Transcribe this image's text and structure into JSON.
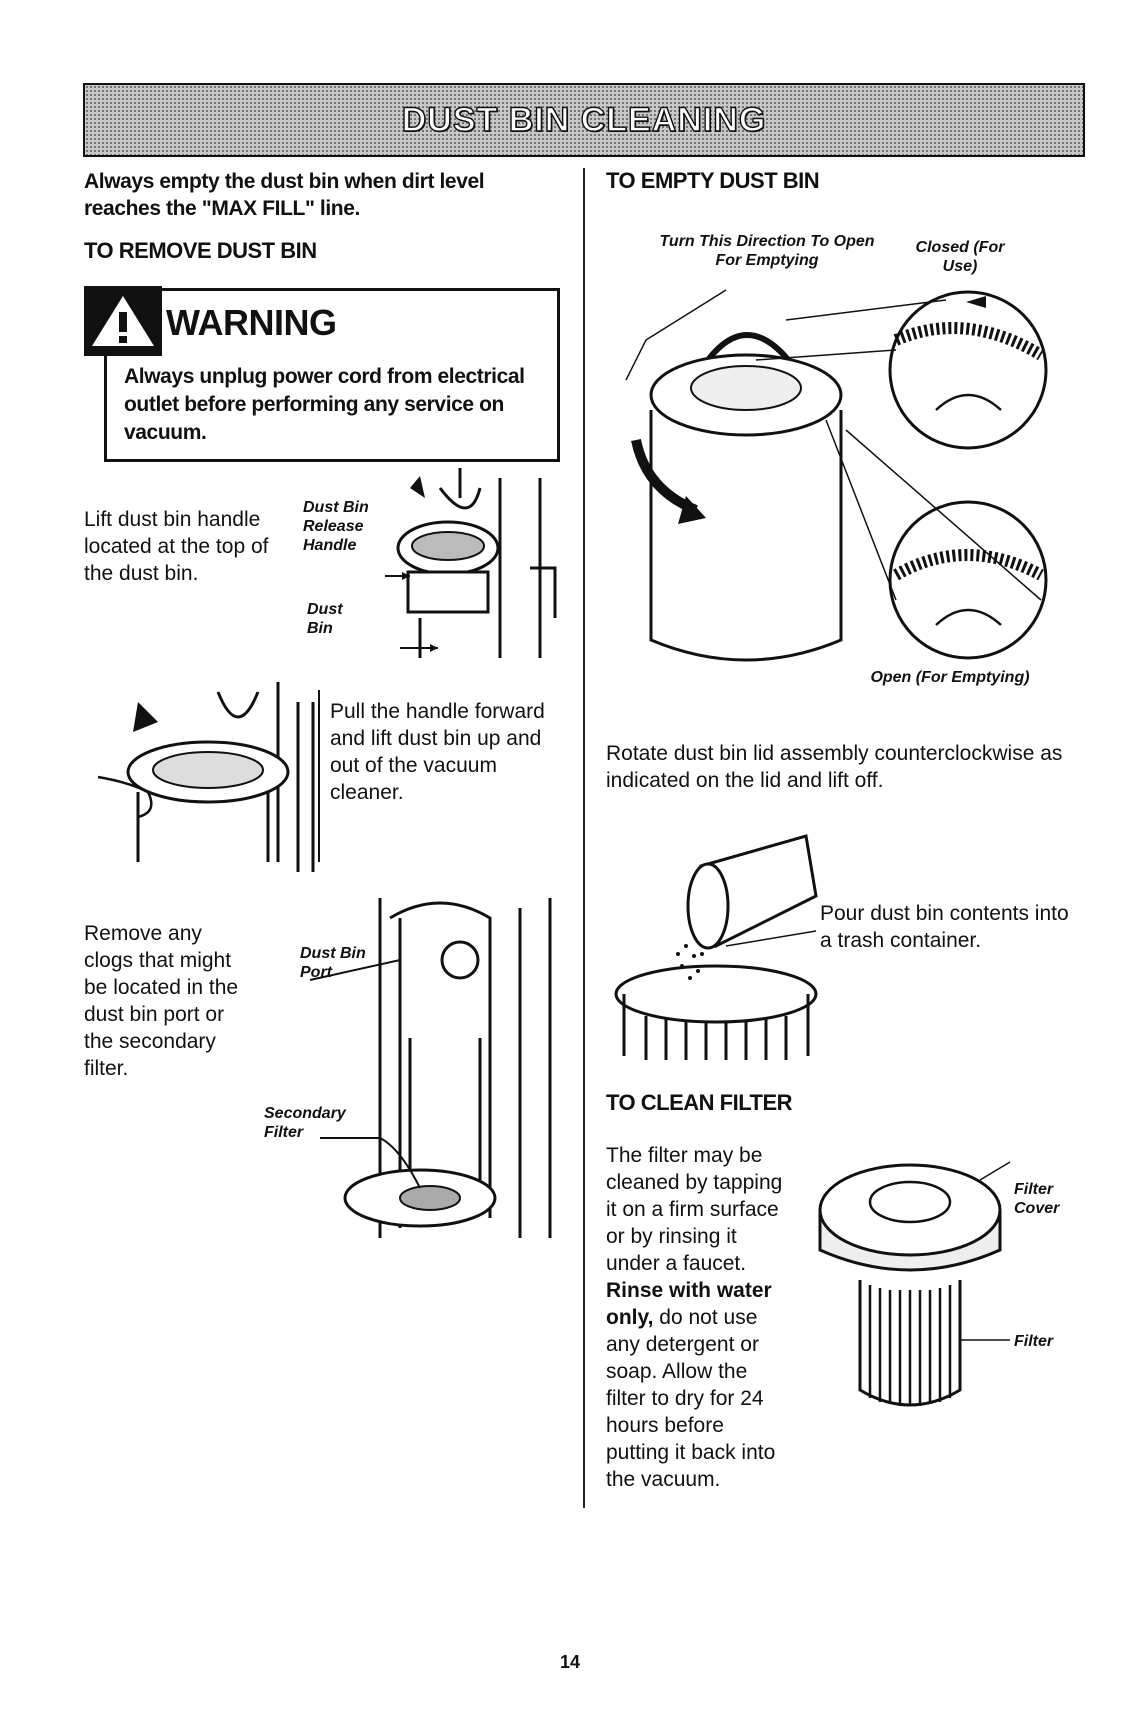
{
  "banner": {
    "title": "DUST BIN CLEANING"
  },
  "left": {
    "intro": "Always empty the dust bin when dirt level reaches the \"MAX FILL\" line.",
    "remove_heading": "TO REMOVE DUST BIN",
    "warning": {
      "title": "WARNING",
      "text": "Always unplug power cord from electrical outlet before performing any service on vacuum."
    },
    "step1": {
      "text": "Lift dust bin handle located at the top of the dust bin.",
      "labels": {
        "release_handle": "Dust Bin Release Handle",
        "dust_bin": "Dust Bin"
      }
    },
    "step2": {
      "text": "Pull the handle forward and lift dust bin up and out of the vacuum cleaner."
    },
    "step3": {
      "text": "Remove any clogs that might be located in the dust bin port or the secondary filter.",
      "labels": {
        "port": "Dust Bin Port",
        "secondary_filter": "Secondary Filter"
      }
    }
  },
  "right": {
    "empty_heading": "TO EMPTY DUST BIN",
    "diagram_labels": {
      "turn": "Turn This Direction To Open For Emptying",
      "closed": "Closed (For Use)",
      "open": "Open (For Emptying)"
    },
    "rotate_text": "Rotate dust bin lid assembly counterclockwise as indicated on the lid and lift off.",
    "pour_text": "Pour dust bin contents into a trash container.",
    "filter_heading": "TO CLEAN FILTER",
    "filter_text_pre": "The filter may be cleaned by tapping it on a firm surface or by rinsing it under a faucet.",
    "filter_text_bold": "Rinse with water only,",
    "filter_text_post": "do not use any detergent or soap. Allow the filter to dry for 24 hours before putting it back into the vacuum.",
    "filter_labels": {
      "cover": "Filter Cover",
      "filter": "Filter"
    }
  },
  "page_number": "14"
}
